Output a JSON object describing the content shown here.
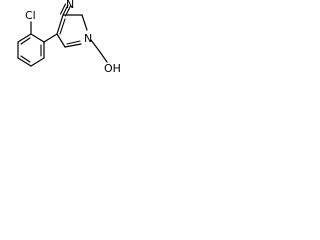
{
  "molecule": {
    "labels": {
      "nitrile_nitrogen": "N",
      "ring_nitrogen": "N",
      "chlorine": "Cl",
      "hydroxyl": "OH"
    }
  },
  "colors": {
    "background": "#ffffff",
    "ink": "#000000"
  }
}
